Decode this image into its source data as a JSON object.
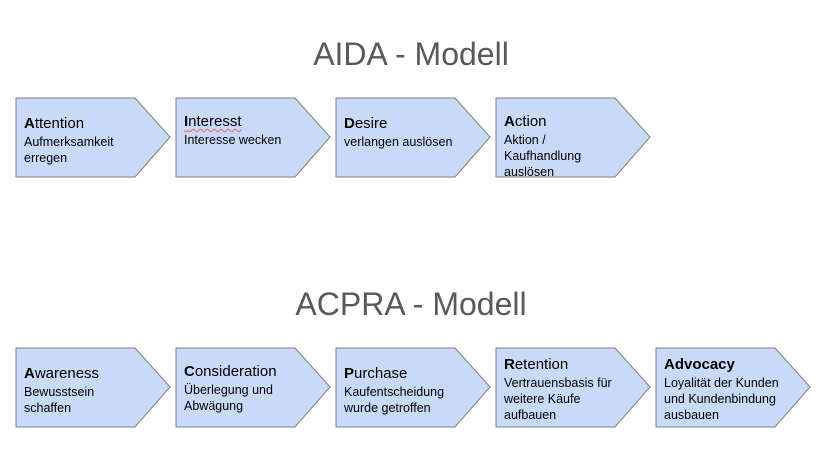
{
  "aida": {
    "title": "AIDA - Modell",
    "steps": [
      {
        "initial": "A",
        "rest": "ttention",
        "desc": "Aufmerksamkeit erregen"
      },
      {
        "initial": "I",
        "rest": "nteresst",
        "desc": "Interesse wecken"
      },
      {
        "initial": "D",
        "rest": "esire",
        "desc": "verlangen auslösen"
      },
      {
        "initial": "A",
        "rest": "ction",
        "desc": "Aktion / Kaufhandlung auslösen"
      }
    ]
  },
  "acpra": {
    "title": "ACPRA - Modell",
    "steps": [
      {
        "initial": "A",
        "rest": "wareness",
        "desc": "Bewusstsein schaffen"
      },
      {
        "initial": "C",
        "rest": "onsideration",
        "desc": "Überlegung und Abwägung"
      },
      {
        "initial": "P",
        "rest": "urchase",
        "desc": "Kaufentscheidung wurde getroffen"
      },
      {
        "initial": "R",
        "rest": "etention",
        "desc": "Vertrauensbasis für weitere Käufe aufbauen"
      },
      {
        "initial": "Advocacy",
        "rest": "",
        "desc": "Loyalität der Kunden und Kundenbindung ausbauen"
      }
    ]
  },
  "colors": {
    "fill": "#c9daf8",
    "stroke": "#7f7f7f",
    "title": "#595959"
  }
}
